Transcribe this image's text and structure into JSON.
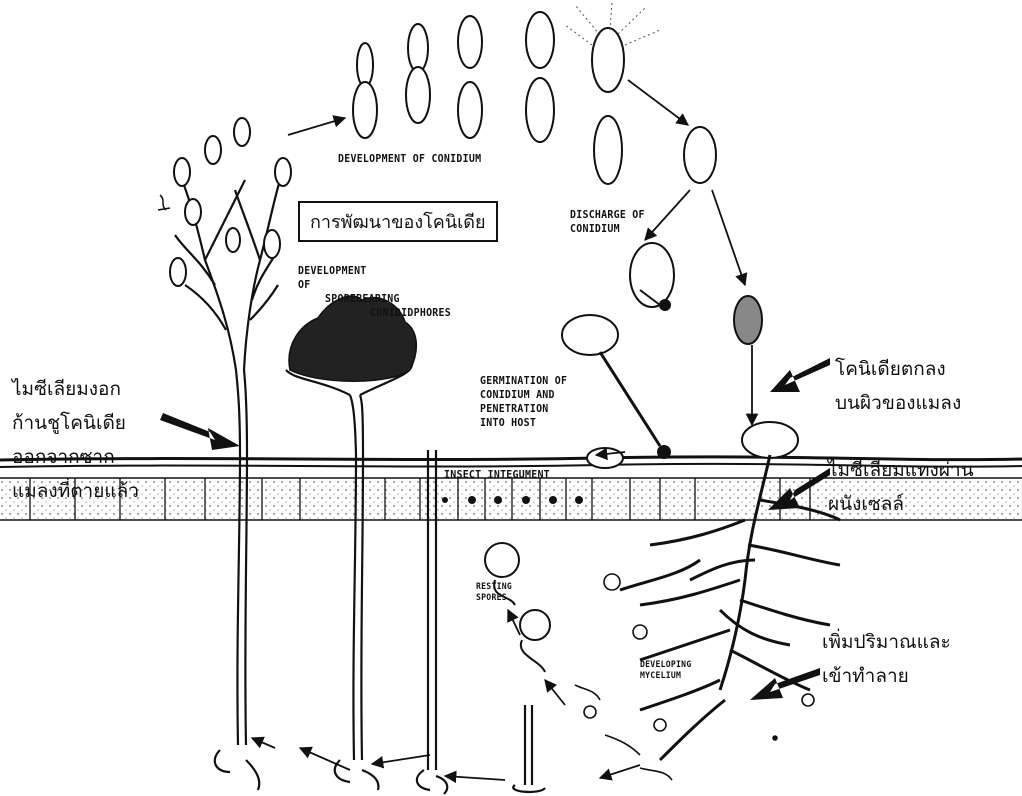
{
  "labels_en": {
    "development_of_conidium": "DEVELOPMENT OF CONIDIUM",
    "discharge_of_conidium": [
      "DISCHARGE OF",
      "CONIDIUM"
    ],
    "development_of_sporebearing": [
      "DEVELOPMENT",
      "OF",
      "SPOREBEARING",
      "CONIDIDPHORES"
    ],
    "germination": [
      "GERMINATION OF",
      "CONIDIUM AND",
      "PENETRATION",
      "INTO HOST"
    ],
    "insect_integument": "INSECT INTEGUMENT",
    "resting_spores": [
      "RESTING",
      "SPORES"
    ],
    "developing_mycelium": [
      "DEVELOPING",
      "MYCELIUM"
    ]
  },
  "labels_th": {
    "conidia_development_box": "การพัฒนาของโคนิเดีย",
    "conidia_fall": [
      "โคนิเดียตกลง",
      "บนผิวของแมลง"
    ],
    "mycelium_growth": [
      "ไมซีเลียมงอก",
      "ก้านชูโคนิเดีย",
      "ออกจากซาก",
      "แมลงที่ตายแล้ว"
    ],
    "mycelium_penetrates": [
      "ไมซีเลียมแทงผ่าน",
      "ผนังเซลล์"
    ],
    "multiply_destroy": [
      "เพิ่มปริมาณและ",
      "เข้าทำลาย"
    ]
  },
  "colors": {
    "ink": "#111111",
    "background": "#ffffff"
  }
}
